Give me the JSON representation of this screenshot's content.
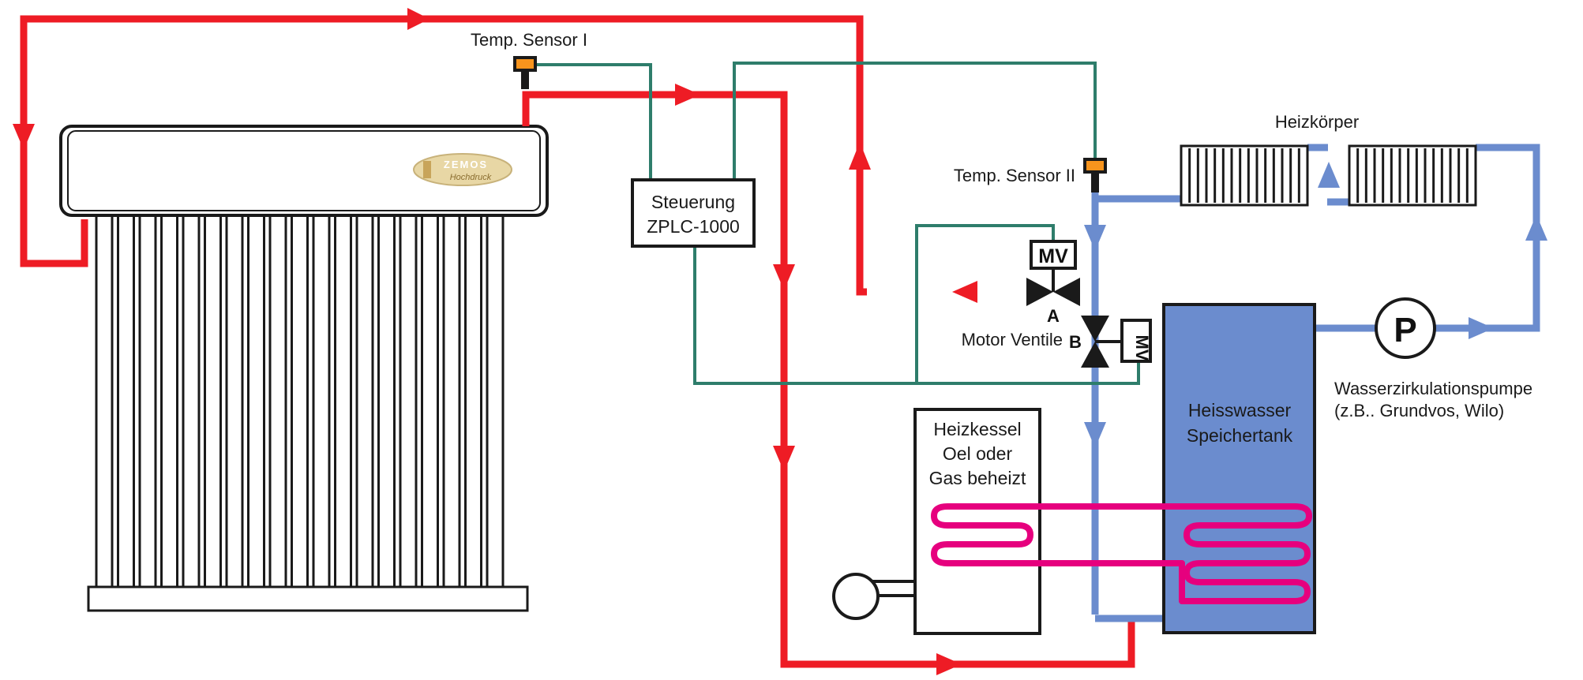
{
  "labels": {
    "temp_sensor_1": "Temp. Sensor I",
    "temp_sensor_2": "Temp. Sensor II",
    "controller_line1": "Steuerung",
    "controller_line2": "ZPLC-1000",
    "radiators": "Heizkörper",
    "valve_tag": "MV",
    "valve_a": "A",
    "valve_b": "B",
    "motor_valves": "Motor Ventile",
    "pump_symbol": "P",
    "pump_line1": "Wasserzirkulationspumpe",
    "pump_line2": "(z.B.. Grundvos, Wilo)",
    "tank_line1": "Heisswasser",
    "tank_line2": "Speichertank",
    "boiler_line1": "Heizkessel",
    "boiler_line2": "Oel oder",
    "boiler_line3": "Gas beheizt",
    "collector_brand": "ZEMOS",
    "collector_brand_sub": "Hochdruck"
  },
  "colors": {
    "hot_pipe": "#ee1c25",
    "cold_pipe": "#6b8cce",
    "signal_wire": "#2e7d6b",
    "heating_coil": "#e6007e",
    "tank_fill": "#6b8cce",
    "sensor": "#f7941d",
    "outline": "#1a1a1a",
    "badge": "#e8d7a5"
  }
}
